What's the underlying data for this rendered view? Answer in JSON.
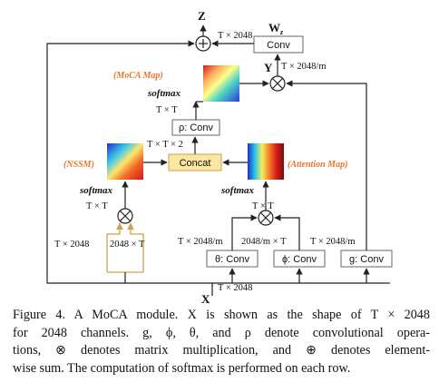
{
  "diagram": {
    "labels": {
      "z": "Z",
      "y": "Y",
      "x": "X",
      "wz": "W",
      "wz_sub": "z",
      "z_dim": "T × 2048",
      "y_dim": "T × 2048/m",
      "moca_map": "(MoCA Map)",
      "nssm": "(NSSM)",
      "attention_map": "(Attention Map)",
      "softmax_top": "softmax",
      "softmax_left": "softmax",
      "softmax_right": "softmax",
      "tt_top": "T × T",
      "tt_left": "T × T",
      "tt_right": "T × T",
      "tt2": "T × T × 2",
      "left_a": "T × 2048",
      "left_b": "2048 × T",
      "theta_dim": "T × 2048/m",
      "phi_dim": "2048/m × T",
      "g_dim": "T × 2048/m",
      "x_dim": "T × 2048"
    },
    "boxes": {
      "conv_wz": "Conv",
      "rho": "ρ: Conv",
      "concat": "Concat",
      "theta": "θ: Conv",
      "phi": "ϕ: Conv",
      "g": "g: Conv"
    },
    "symbols": {
      "plus": "+",
      "times": "×"
    }
  },
  "caption": {
    "lines": [
      "Figure 4. A MoCA module. X is shown as the shape of T × 2048",
      "for 2048 channels. g, ϕ, θ, and ρ denote convolutional opera-",
      "tions, ⊗ denotes matrix multiplication, and ⊕ denotes element-",
      "wise sum. The computation of softmax is performed on each row."
    ]
  },
  "colors": {
    "accent_orange": "#e8762d",
    "concat_fill": "#fbe7a1",
    "concat_border": "#c9a54a"
  }
}
